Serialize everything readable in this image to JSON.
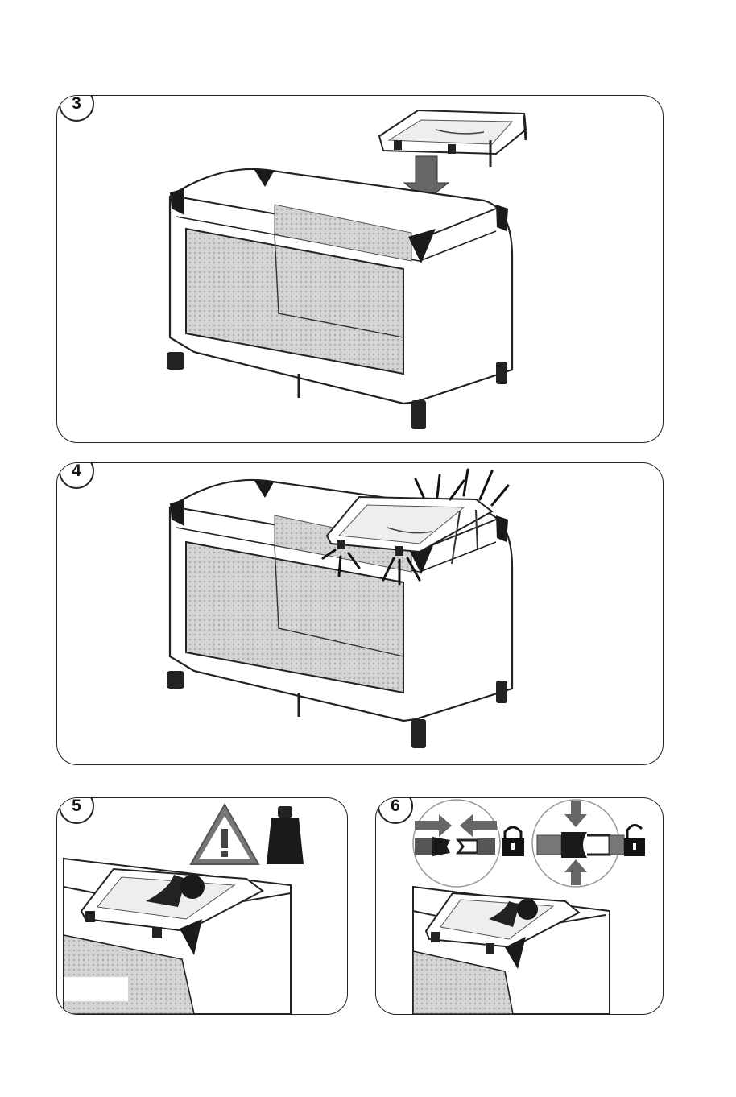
{
  "steps": [
    {
      "number": "3",
      "scene": "changing-table-placement"
    },
    {
      "number": "4",
      "scene": "changing-table-attached"
    },
    {
      "number": "5",
      "scene": "weight-warning"
    },
    {
      "number": "6",
      "scene": "buckle-lock-unlock"
    }
  ],
  "icons": [
    "down-arrow-icon",
    "click-lines-icon",
    "warning-triangle-icon",
    "weight-icon",
    "lock-closed-icon",
    "lock-open-icon",
    "push-arrow-icon"
  ],
  "colors": {
    "line": "#222222",
    "mesh": "#bdbdbd",
    "arrow": "#666666",
    "dark": "#1a1a1a"
  }
}
